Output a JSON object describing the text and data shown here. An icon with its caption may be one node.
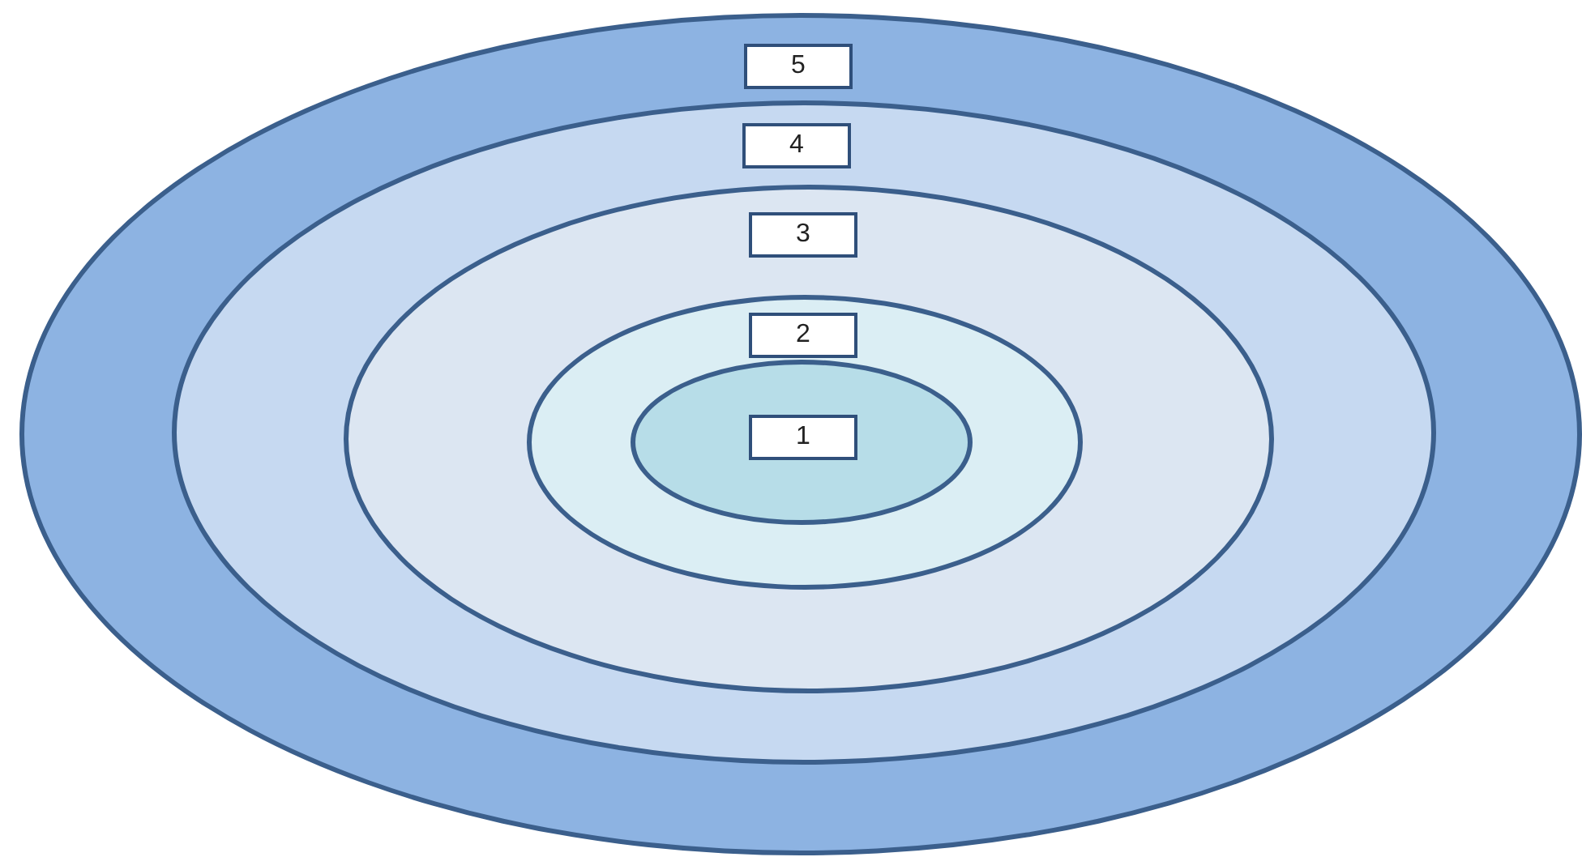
{
  "diagram": {
    "nodes": [
      {
        "text": [
          "5"
        ]
      },
      {
        "text": [
          "4"
        ],
        "in": 0
      },
      {
        "text": [
          "3"
        ],
        "in": 1
      },
      {
        "text": [
          "2"
        ],
        "in": 2
      },
      {
        "text": [
          "1"
        ],
        "in": 3
      }
    ]
  }
}
